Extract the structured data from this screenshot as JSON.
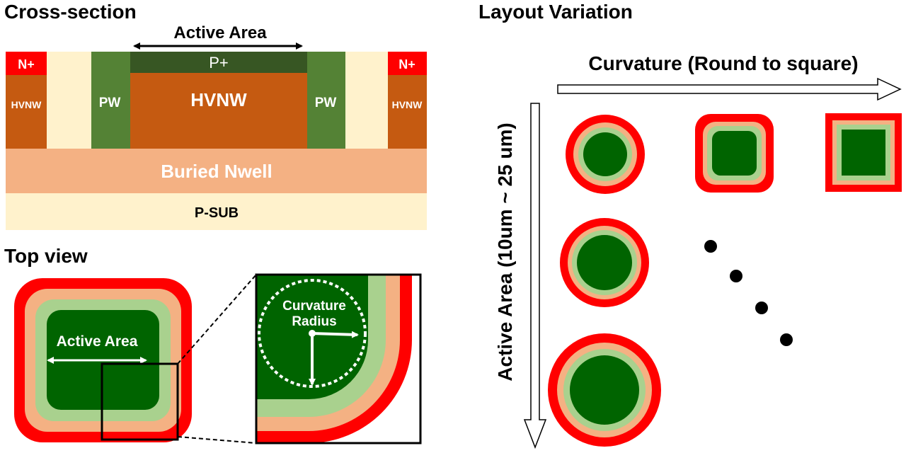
{
  "titles": {
    "cross_section": "Cross-section",
    "top_view": "Top view",
    "layout_variation": "Layout Variation"
  },
  "cross_section": {
    "active_area": "Active Area",
    "n_plus": "N+",
    "p_plus": "P+",
    "hvnw_small": "HVNW",
    "hvnw": "HVNW",
    "pw": "PW",
    "buried_nwell": "Buried Nwell",
    "p_sub": "P-SUB"
  },
  "top_view": {
    "active_area": "Active Area",
    "curvature_radius_line1": "Curvature",
    "curvature_radius_line2": "Radius"
  },
  "layout_variation": {
    "curvature_axis": "Curvature (Round to square)",
    "active_area_axis": "Active Area (10um ~ 25 um)"
  },
  "colors": {
    "n_plus": "#ff0000",
    "hvnw": "#c55a11",
    "pw": "#548235",
    "p_plus": "#375623",
    "buried_nwell": "#f4b183",
    "p_sub": "#fff2cc",
    "ring_red": "#ff0000",
    "ring_peach": "#f4b183",
    "ring_light_green": "#a9d18e",
    "core_green": "#006400"
  }
}
